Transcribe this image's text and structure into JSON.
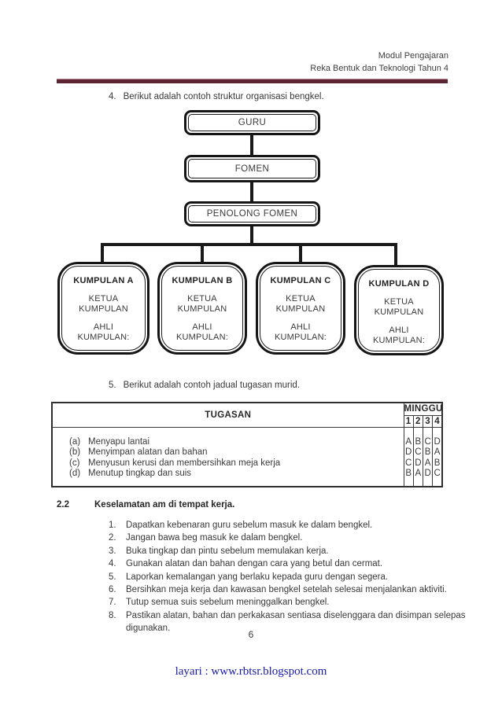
{
  "header": {
    "line1": "Modul Pengajaran",
    "line2": "Reka Bentuk dan Teknologi Tahun 4"
  },
  "intro4": {
    "num": "4.",
    "text": "Berikut adalah contoh struktur organisasi bengkel."
  },
  "org_chart": {
    "levels": [
      "GURU",
      "FOMEN",
      "PENOLONG FOMEN"
    ],
    "groups": [
      {
        "title": "KUMPULAN A",
        "role1": "KETUA KUMPULAN",
        "role2": "AHLI KUMPULAN:"
      },
      {
        "title": "KUMPULAN B",
        "role1": "KETUA KUMPULAN",
        "role2": "AHLI KUMPULAN:"
      },
      {
        "title": "KUMPULAN C",
        "role1": "KETUA KUMPULAN",
        "role2": "AHLI KUMPULAN:"
      },
      {
        "title": "KUMPULAN D",
        "role1": "KETUA KUMPULAN",
        "role2": "AHLI KUMPULAN:"
      }
    ]
  },
  "intro5": {
    "num": "5.",
    "text": "Berikut adalah contoh jadual tugasan murid."
  },
  "duty_table": {
    "col1_header": "TUGASAN",
    "group_header": "MINGGU",
    "week_headers": [
      "1",
      "2",
      "3",
      "4"
    ],
    "tasks": [
      {
        "label": "(a)",
        "text": "Menyapu lantai"
      },
      {
        "label": "(b)",
        "text": "Menyimpan alatan dan bahan"
      },
      {
        "label": "(c)",
        "text": "Menyusun kerusi dan membersihkan meja kerja"
      },
      {
        "label": "(d)",
        "text": "Menutup tingkap dan suis"
      }
    ],
    "weeks": [
      [
        "A",
        "D",
        "C",
        "B"
      ],
      [
        "B",
        "C",
        "D",
        "A"
      ],
      [
        "C",
        "B",
        "A",
        "D"
      ],
      [
        "D",
        "A",
        "B",
        "C"
      ]
    ]
  },
  "section": {
    "num": "2.2",
    "title": "Keselamatan am di tempat kerja."
  },
  "safety_rules": [
    {
      "num": "1.",
      "text": "Dapatkan kebenaran guru sebelum masuk ke dalam bengkel."
    },
    {
      "num": "2.",
      "text": "Jangan bawa beg masuk ke dalam bengkel."
    },
    {
      "num": "3.",
      "text": "Buka tingkap dan pintu sebelum memulakan kerja."
    },
    {
      "num": "4.",
      "text": "Gunakan alatan dan bahan dengan cara yang betul dan cermat."
    },
    {
      "num": "5.",
      "text": "Laporkan kemalangan yang berlaku kepada guru dengan segera."
    },
    {
      "num": "6.",
      "text": "Bersihkan meja kerja dan kawasan bengkel setelah selesai menjalankan aktiviti."
    },
    {
      "num": "7.",
      "text": "Tutup semua suis sebelum meninggalkan bengkel."
    },
    {
      "num": "8.",
      "text": "Pastikan alatan, bahan dan perkakasan sentiasa diselenggara dan disimpan selepas digunakan."
    }
  ],
  "page_number": "6",
  "footer": {
    "text": "layari : www.rbtsr.blogspot.com"
  },
  "colors": {
    "header_rule": "#5d2433",
    "footer_link": "#1a1aae",
    "body_text": "#383838",
    "chart_line": "#1a1a1a"
  }
}
